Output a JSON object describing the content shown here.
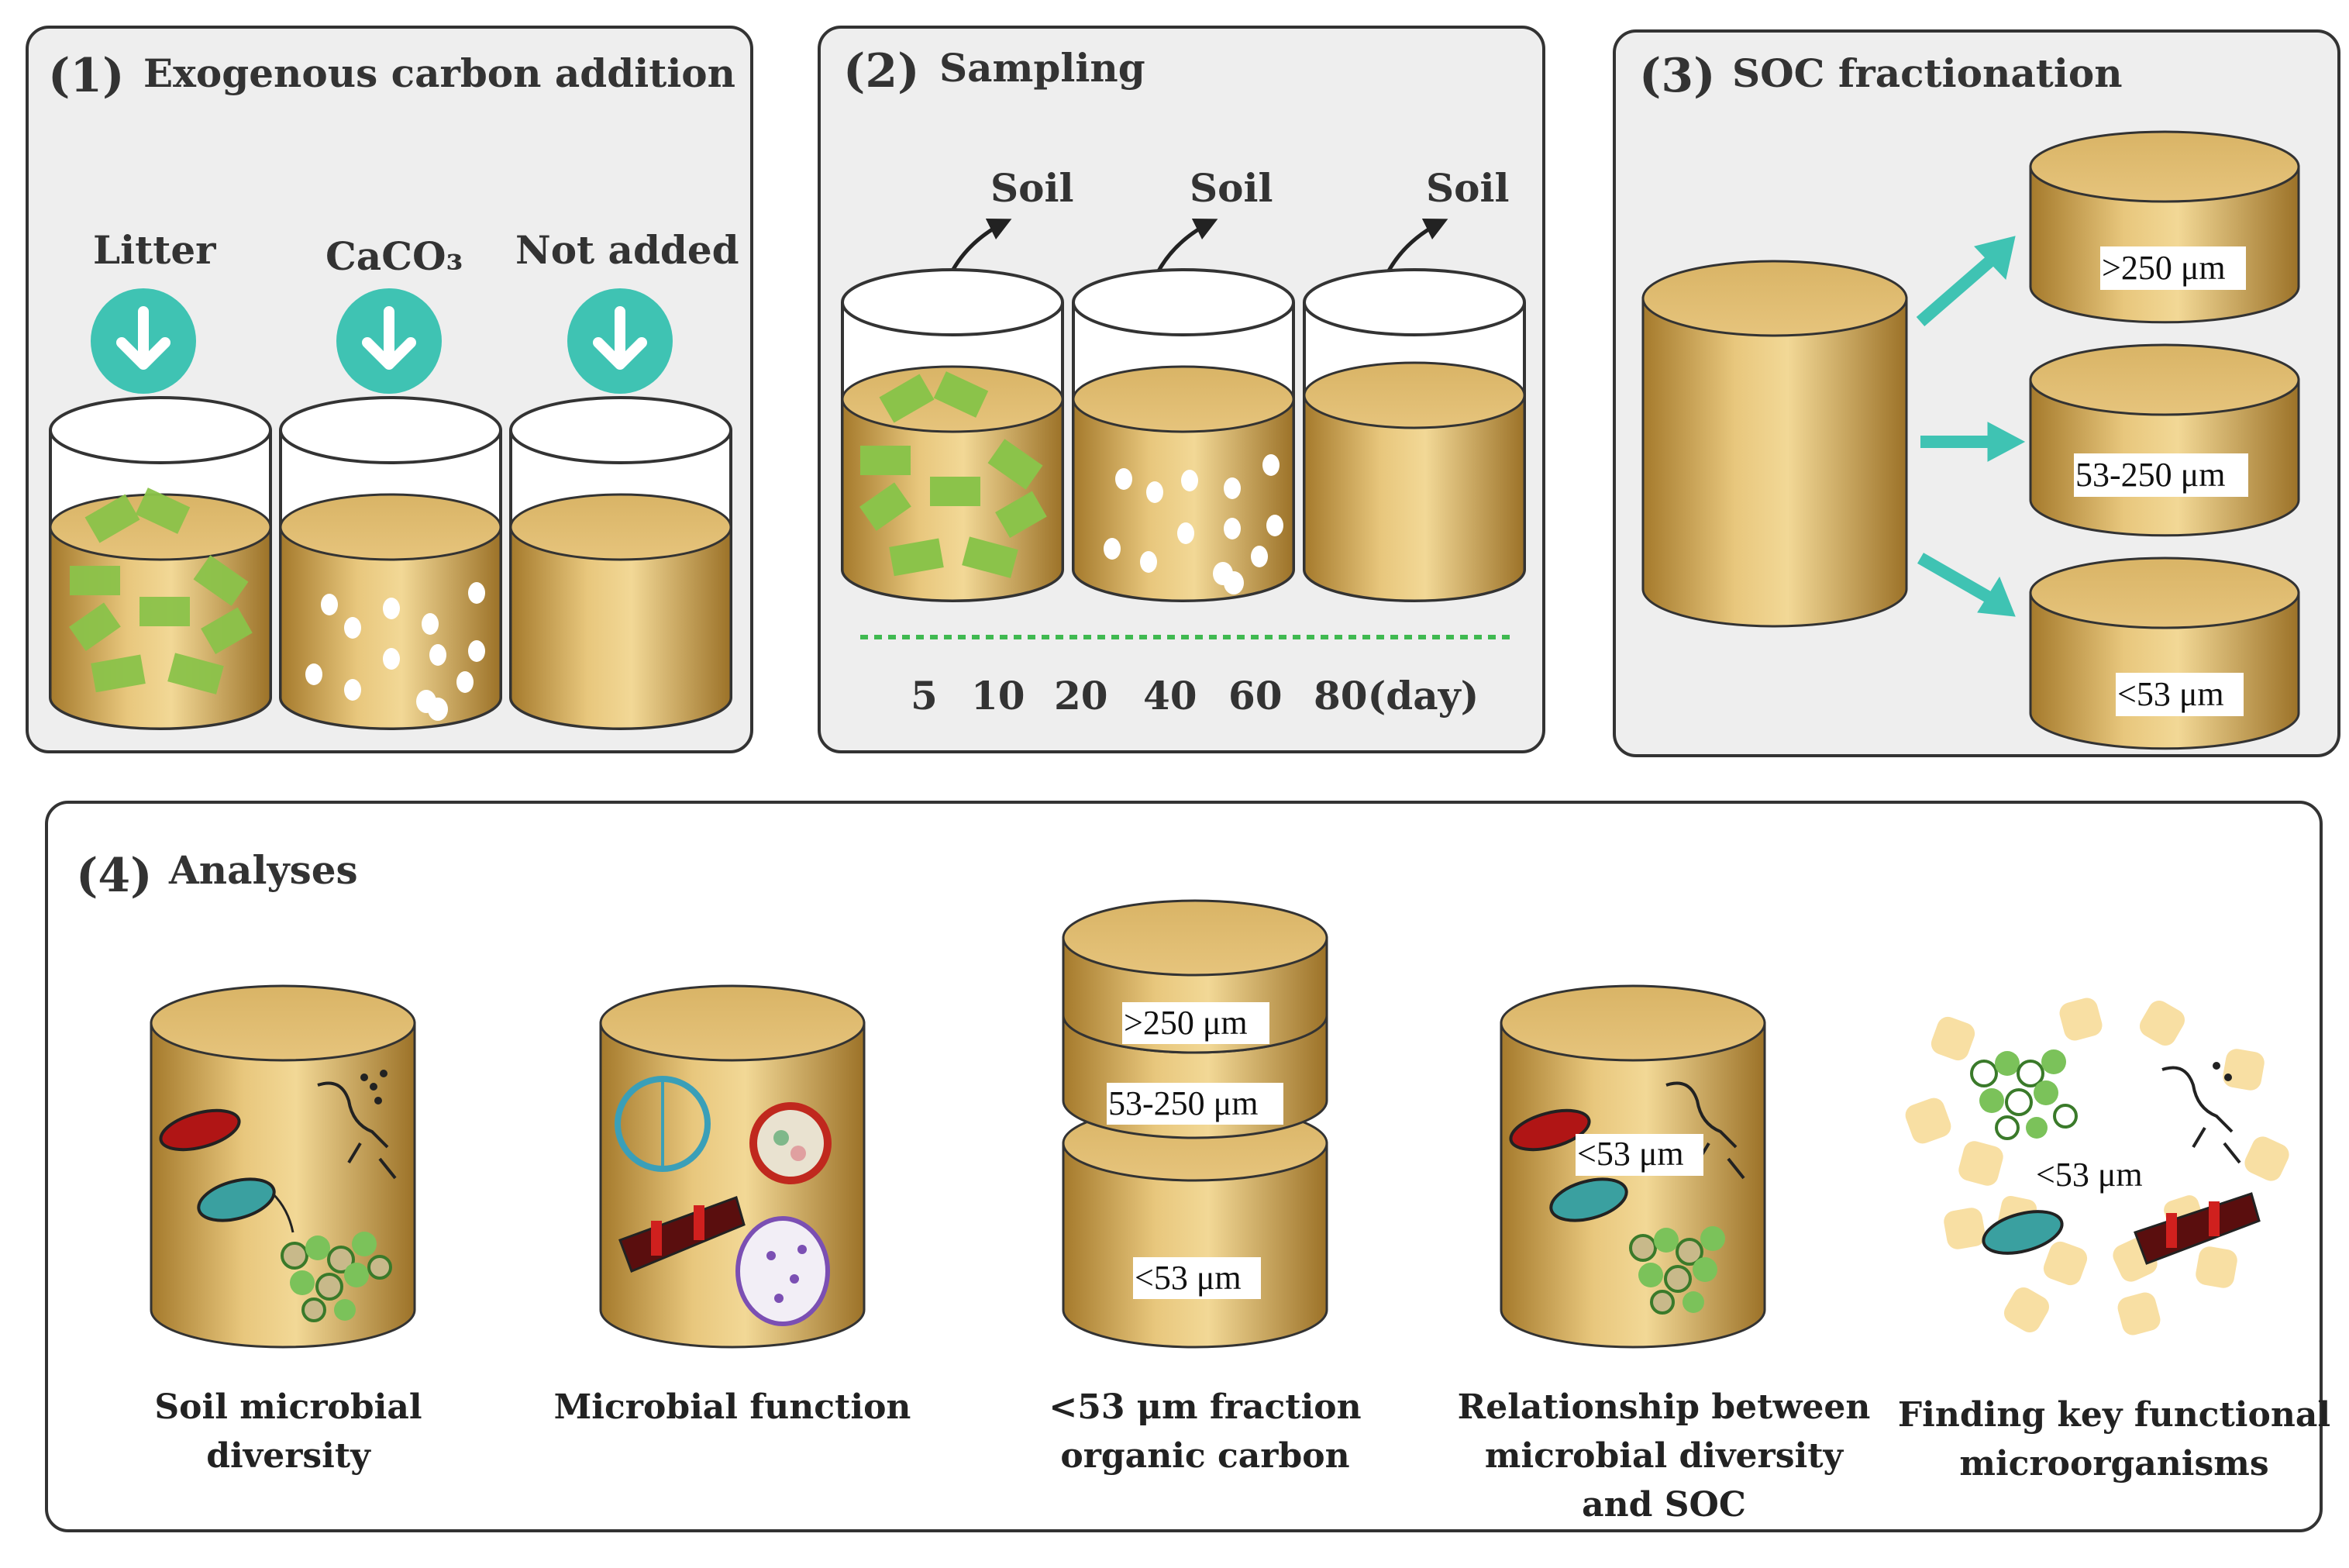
{
  "colors": {
    "panel_fill": "#eeeeee",
    "panel_stroke": "#333333",
    "soil_gold": "#d6b060",
    "soil_dark": "#a57a2c",
    "teal": "#3fc3b3",
    "litter_green": "#8bc34a",
    "dash_green": "#3fb950"
  },
  "panel1": {
    "num": "(1)",
    "title": "Exogenous carbon addition",
    "labels": [
      "Litter",
      "CaCO₃",
      "Not added"
    ],
    "icon": "down-arrow-circle-icon"
  },
  "panel2": {
    "num": "(2)",
    "title": "Sampling",
    "soil_label": "Soil",
    "days": [
      "5",
      "10",
      "20",
      "40",
      "60",
      "80(day)"
    ]
  },
  "panel3": {
    "num": "(3)",
    "title": "SOC fractionation",
    "fractions": [
      ">250 μm",
      "53-250 μm",
      "<53 μm"
    ]
  },
  "panel4": {
    "num": "(4)",
    "title": "Analyses",
    "stack_labels": [
      ">250 μm",
      "53-250 μm",
      "<53 μm"
    ],
    "relationship_label": "<53 μm",
    "key_label": "<53 μm",
    "captions": [
      [
        "Soil microbial",
        "diversity"
      ],
      [
        "Microbial function"
      ],
      [
        "<53 μm fraction",
        "organic carbon"
      ],
      [
        "Relationship between",
        "microbial diversity",
        "and SOC"
      ],
      [
        "Finding key functional",
        "microorganisms"
      ]
    ]
  }
}
